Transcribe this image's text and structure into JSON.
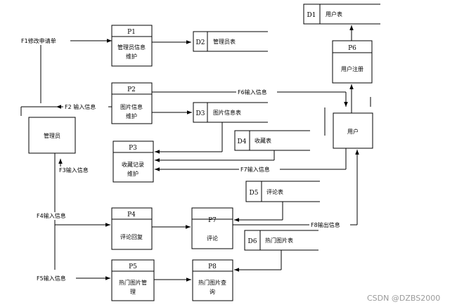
{
  "entities": {
    "admin": "管理员",
    "user": "用户"
  },
  "processes": {
    "p1": {
      "id": "P1",
      "name_line1": "管理员信息",
      "name_line2": "维护"
    },
    "p2": {
      "id": "P2",
      "name_line1": "图片信息",
      "name_line2": "维护"
    },
    "p3": {
      "id": "P3",
      "name_line1": "收藏记录",
      "name_line2": "维护"
    },
    "p4": {
      "id": "P4",
      "name_line1": "评论回复"
    },
    "p5": {
      "id": "P5",
      "name_line1": "热门图片管",
      "name_line2": "理"
    },
    "p6": {
      "id": "P6",
      "name_line1": "用户注册"
    },
    "p7": {
      "id": "P7",
      "name_line1": "评论"
    },
    "p8": {
      "id": "P8",
      "name_line1": "热门图片查",
      "name_line2": "询"
    }
  },
  "stores": {
    "d1": {
      "id": "D1",
      "name": "用户表"
    },
    "d2": {
      "id": "D2",
      "name": "管理员表"
    },
    "d3": {
      "id": "D3",
      "name": "图片信息表"
    },
    "d4": {
      "id": "D4",
      "name": "收藏表"
    },
    "d5": {
      "id": "D5",
      "name": "评论表"
    },
    "d6": {
      "id": "D6",
      "name": "热门图片表"
    }
  },
  "flows": {
    "f1": "F1修改申请单",
    "f2": "F2 输入信息",
    "f3": "F3输入信息",
    "f4": "F4输入信息",
    "f5": "F5输入信息",
    "f6": "F6输入信息",
    "f7": "F7输入信息",
    "f8": "F8输出信息"
  },
  "watermark": "CSDN @DZBS2000"
}
